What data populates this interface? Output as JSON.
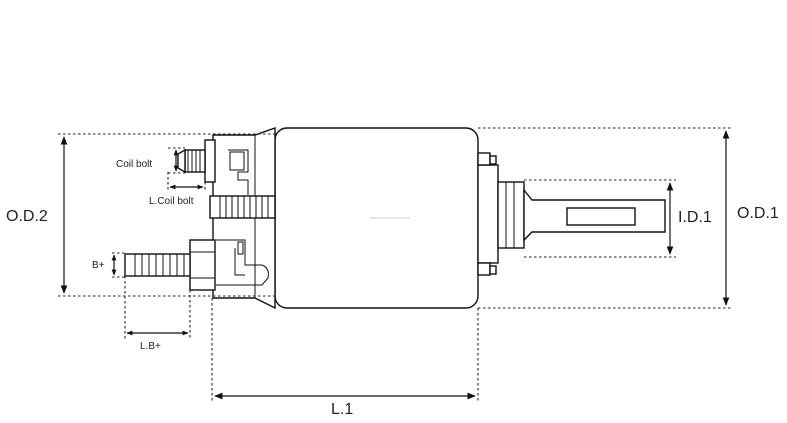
{
  "labels": {
    "od2": "O.D.2",
    "od1": "O.D.1",
    "id1": "I.D.1",
    "l1": "L.1",
    "coil_bolt": "Coil bolt",
    "l_coil_bolt": "L.Coil bolt",
    "b_plus": "B+",
    "l_b_plus": "L.B+"
  }
}
